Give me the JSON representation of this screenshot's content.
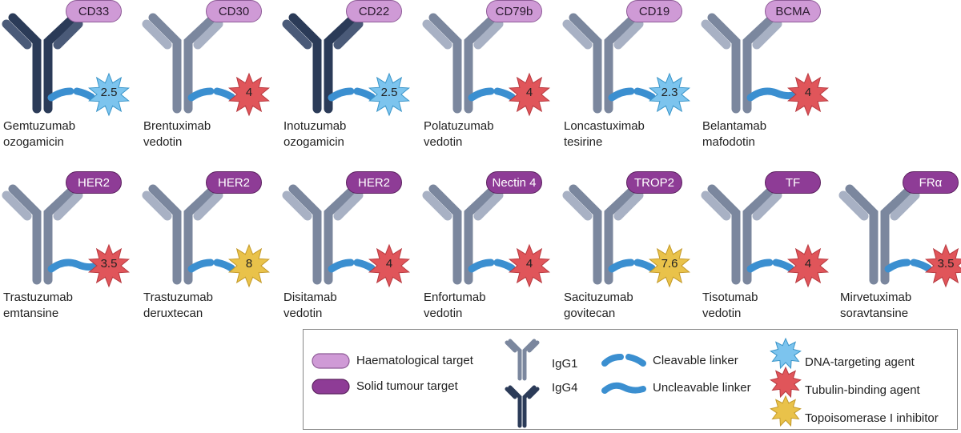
{
  "colors": {
    "igg1": "#7b879e",
    "igg1_light": "#a8b1c4",
    "igg4": "#2b3b58",
    "igg4_light": "#4a5a78",
    "linker": "#3b8fd0",
    "dna_agent": "#7cc4ee",
    "tubulin_agent": "#e0555a",
    "topo_agent": "#e9c24a",
    "haem_target": "#cf9ad6",
    "solid_target": "#8e3c96"
  },
  "drugs": [
    {
      "name_line1": "Gemtuzumab",
      "name_line2": "ozogamicin",
      "target": "CD33",
      "target_type": "haematological",
      "isotype": "IgG4",
      "linker": "cleavable",
      "payload": "dna",
      "dar": "2.5"
    },
    {
      "name_line1": "Brentuximab",
      "name_line2": "vedotin",
      "target": "CD30",
      "target_type": "haematological",
      "isotype": "IgG1",
      "linker": "cleavable",
      "payload": "tubulin",
      "dar": "4"
    },
    {
      "name_line1": "Inotuzumab",
      "name_line2": "ozogamicin",
      "target": "CD22",
      "target_type": "haematological",
      "isotype": "IgG4",
      "linker": "cleavable",
      "payload": "dna",
      "dar": "2.5"
    },
    {
      "name_line1": "Polatuzumab",
      "name_line2": "vedotin",
      "target": "CD79b",
      "target_type": "haematological",
      "isotype": "IgG1",
      "linker": "cleavable",
      "payload": "tubulin",
      "dar": "4"
    },
    {
      "name_line1": "Loncastuximab",
      "name_line2": "tesirine",
      "target": "CD19",
      "target_type": "haematological",
      "isotype": "IgG1",
      "linker": "cleavable",
      "payload": "dna",
      "dar": "2.3"
    },
    {
      "name_line1": "Belantamab",
      "name_line2": "mafodotin",
      "target": "BCMA",
      "target_type": "haematological",
      "isotype": "IgG1",
      "linker": "uncleavable",
      "payload": "tubulin",
      "dar": "4"
    },
    {
      "name_line1": "Trastuzumab",
      "name_line2": "emtansine",
      "target": "HER2",
      "target_type": "solid",
      "isotype": "IgG1",
      "linker": "uncleavable",
      "payload": "tubulin",
      "dar": "3.5"
    },
    {
      "name_line1": "Trastuzumab",
      "name_line2": "deruxtecan",
      "target": "HER2",
      "target_type": "solid",
      "isotype": "IgG1",
      "linker": "cleavable",
      "payload": "topo",
      "dar": "8"
    },
    {
      "name_line1": "Disitamab",
      "name_line2": "vedotin",
      "target": "HER2",
      "target_type": "solid",
      "isotype": "IgG1",
      "linker": "cleavable",
      "payload": "tubulin",
      "dar": "4"
    },
    {
      "name_line1": "Enfortumab",
      "name_line2": "vedotin",
      "target": "Nectin 4",
      "target_type": "solid",
      "isotype": "IgG1",
      "linker": "cleavable",
      "payload": "tubulin",
      "dar": "4"
    },
    {
      "name_line1": "Sacituzumab",
      "name_line2": "govitecan",
      "target": "TROP2",
      "target_type": "solid",
      "isotype": "IgG1",
      "linker": "cleavable",
      "payload": "topo",
      "dar": "7.6"
    },
    {
      "name_line1": "Tisotumab",
      "name_line2": "vedotin",
      "target": "TF",
      "target_type": "solid",
      "isotype": "IgG1",
      "linker": "cleavable",
      "payload": "tubulin",
      "dar": "4"
    },
    {
      "name_line1": "Mirvetuximab",
      "name_line2": "soravtansine",
      "target": "FRα",
      "target_type": "solid",
      "isotype": "IgG1",
      "linker": "cleavable",
      "payload": "tubulin",
      "dar": "3.5"
    }
  ],
  "legend": {
    "haem_target": "Haematological target",
    "solid_target": "Solid tumour target",
    "igg1": "IgG1",
    "igg4": "IgG4",
    "cleavable": "Cleavable linker",
    "uncleavable": "Uncleavable linker",
    "dna": "DNA-targeting agent",
    "tubulin": "Tubulin-binding agent",
    "topo": "Topoisomerase I inhibitor"
  }
}
